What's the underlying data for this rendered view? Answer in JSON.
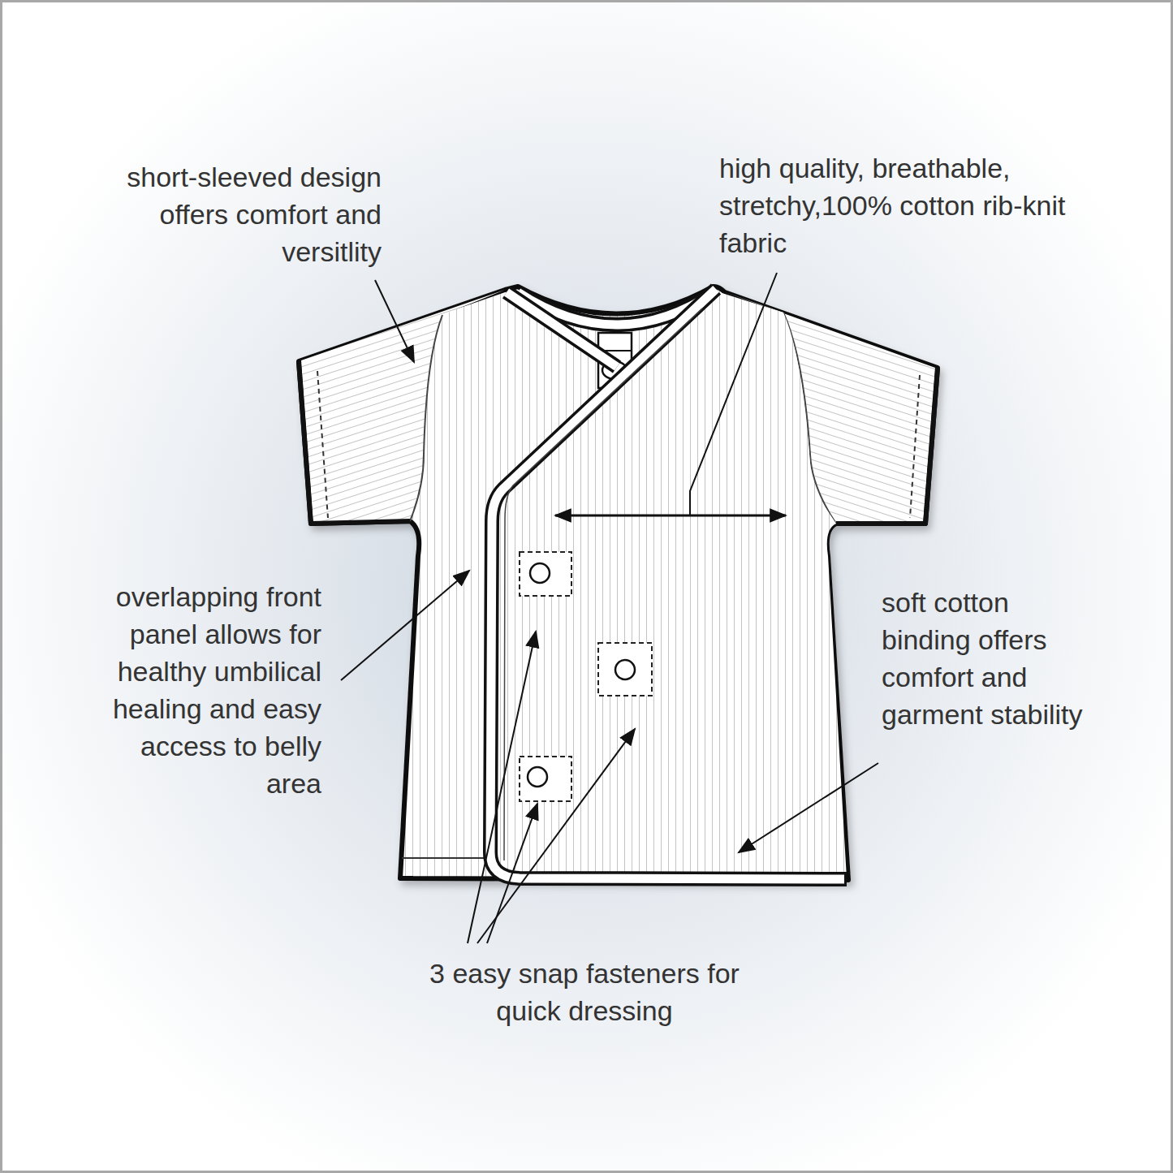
{
  "diagram": {
    "labels": [
      "short-sleeved design offers comfort and versitlity",
      "high quality, breathable, stretchy,100% cotton rib-knit fabric",
      "overlapping front panel allows for healthy umbilical healing and easy access to belly area",
      "soft cotton binding offers comfort and garment stability",
      "3 easy snap fasteners for quick dressing"
    ]
  }
}
